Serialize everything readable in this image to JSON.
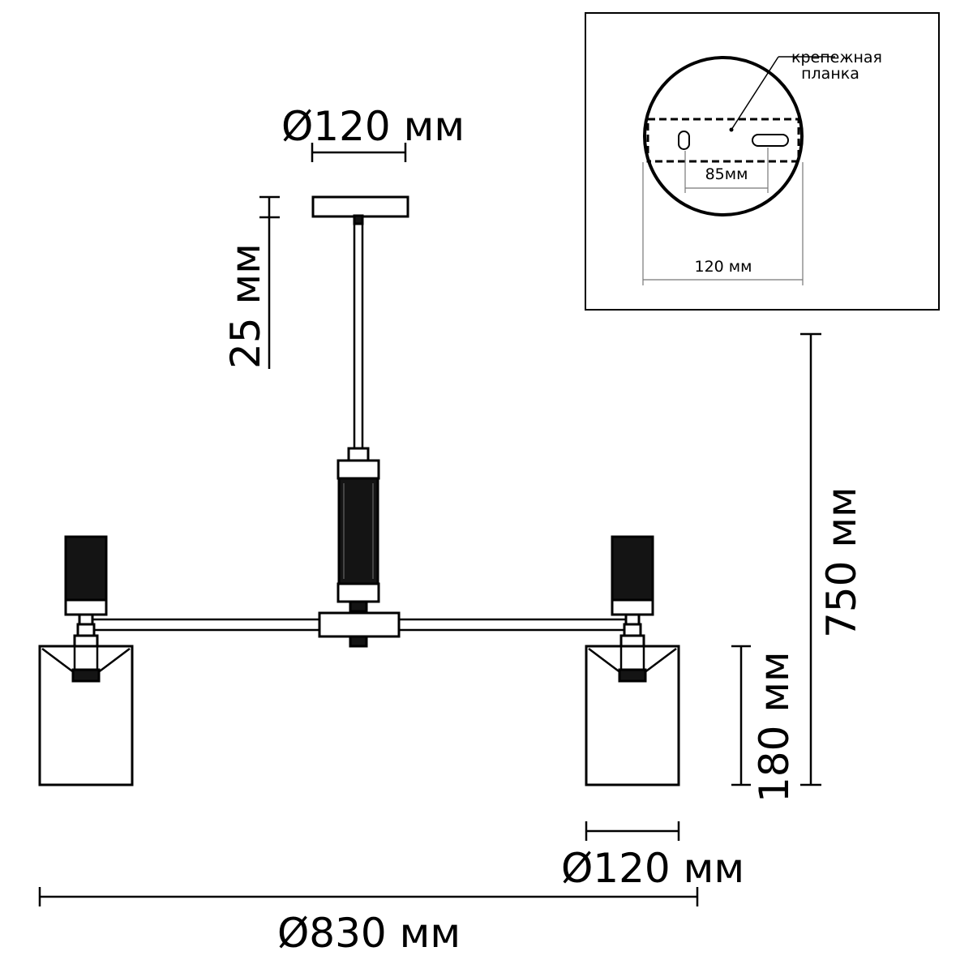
{
  "dimensions": {
    "canopy_diameter": "Ø120 мм",
    "canopy_height": "25 мм",
    "total_height": "750 мм",
    "shade_height": "180 мм",
    "shade_diameter": "Ø120 мм",
    "total_diameter": "Ø830 мм"
  },
  "inset": {
    "bracket_label_line1": "крепежная",
    "bracket_label_line2": "планка",
    "hole_spacing": "85мм",
    "plate_width": "120 мм"
  }
}
